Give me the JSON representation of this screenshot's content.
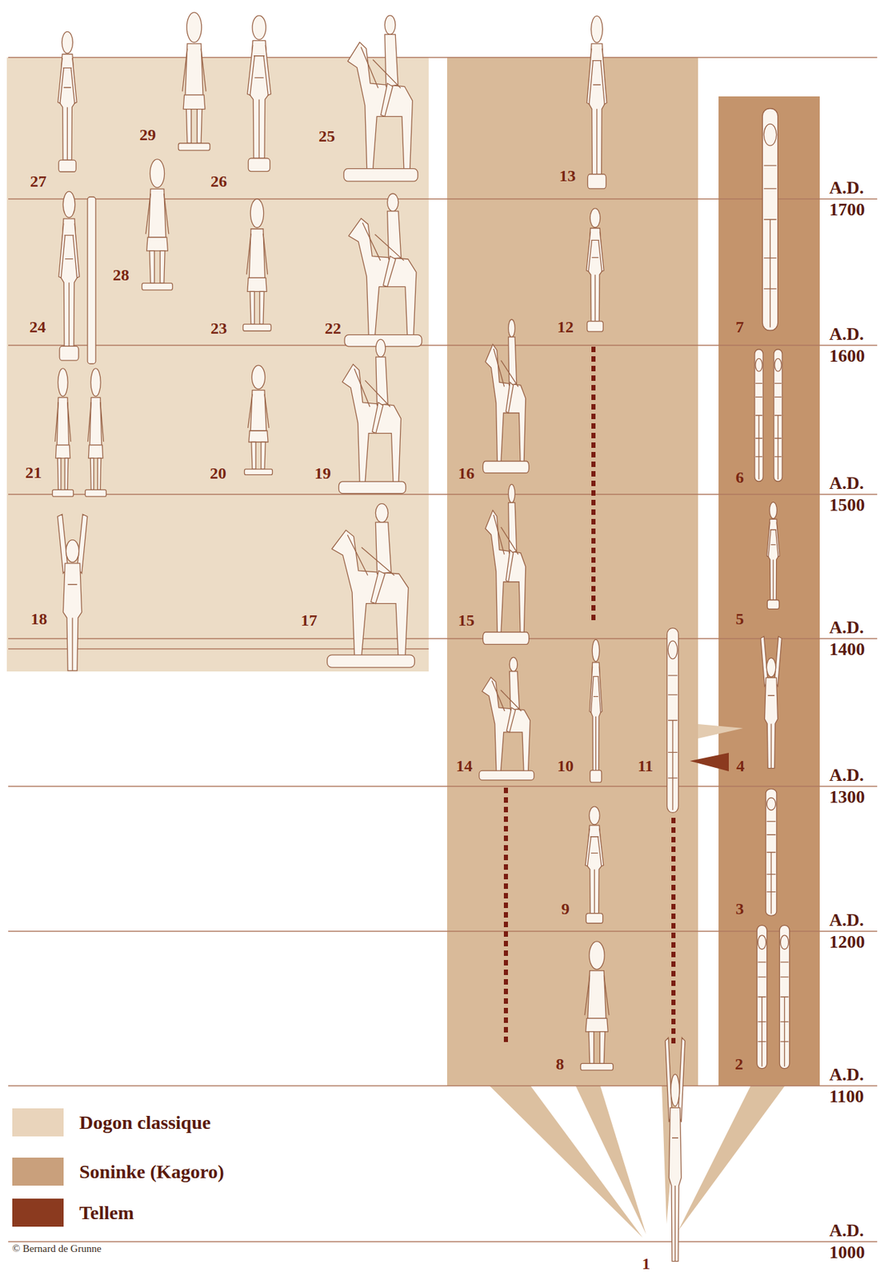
{
  "diagram": {
    "labels": [
      "27",
      "29",
      "26",
      "25",
      "13",
      "A.D. 1700",
      "24",
      "28",
      "23",
      "22",
      "12",
      "7",
      "A.D. 1600",
      "21",
      "20",
      "19",
      "16",
      "6",
      "A.D. 1500",
      "18",
      "17",
      "15",
      "5",
      "A.D. 1400",
      "14",
      "10",
      "11",
      "4",
      "A.D. 1300",
      "9",
      "3",
      "A.D. 1200",
      "8",
      "2",
      "A.D. 1100",
      "A.D. 1000",
      "1",
      "© Bernard de Grunne"
    ],
    "legend": [
      {
        "text": "Dogon classique",
        "color": "#e9d4bb"
      },
      {
        "text": "Soninke (Kagoro)",
        "color": "#c9a07c"
      },
      {
        "text": "Tellem",
        "color": "#8b3a1f"
      }
    ]
  }
}
